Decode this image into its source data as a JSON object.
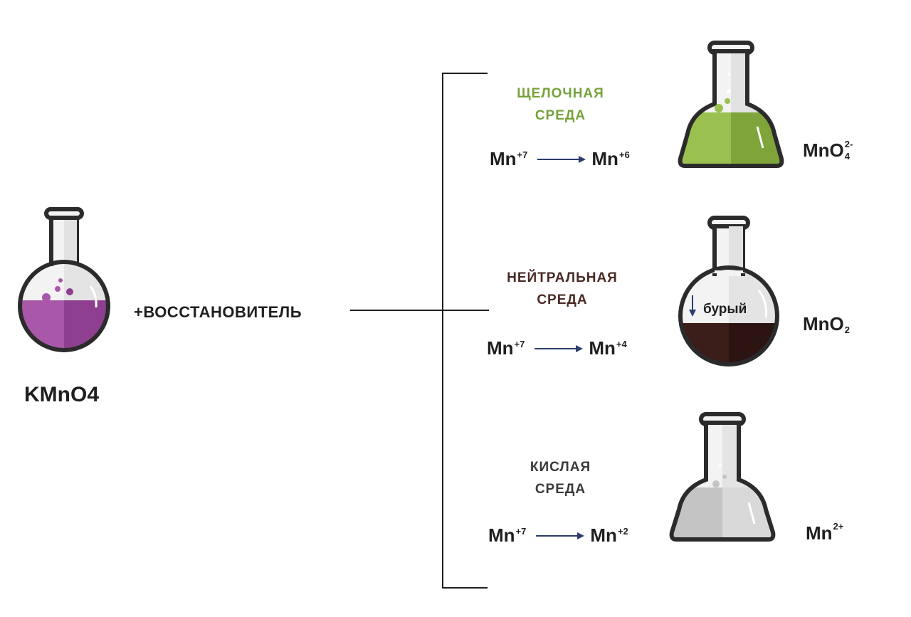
{
  "reagent": {
    "formula": "KMnO4",
    "action": "+ВОССТАНОВИТЕЛЬ"
  },
  "media": [
    {
      "title_lines": [
        "ЩЕЛОЧНАЯ",
        "СРЕДА"
      ],
      "from": "Mn",
      "from_charge": "+7",
      "to": "Mn",
      "to_charge": "+6",
      "product_el": "MnO",
      "product_sub": "4",
      "product_sup": "2-",
      "title_color": "#76a23a"
    },
    {
      "title_lines": [
        "НЕЙТРАЛЬНАЯ",
        "СРЕДА"
      ],
      "from": "Mn",
      "from_charge": "+7",
      "to": "Mn",
      "to_charge": "+4",
      "product_el": "MnO",
      "product_sub": "2",
      "product_sup": "",
      "title_color": "#4a2a25",
      "precipitate_label": "бурый"
    },
    {
      "title_lines": [
        "КИСЛАЯ",
        "СРЕДА"
      ],
      "from": "Mn",
      "from_charge": "+7",
      "to": "Mn",
      "to_charge": "+2",
      "product_el": "Mn",
      "product_sub": "",
      "product_sup": "2+",
      "title_color": "#3a3a3a"
    }
  ],
  "colors": {
    "purple": "#9b4d9c",
    "green": "#8db94a",
    "brown": "#3e1f1c",
    "gray": "#bdbdbd",
    "arrow": "#2d3d6d"
  }
}
